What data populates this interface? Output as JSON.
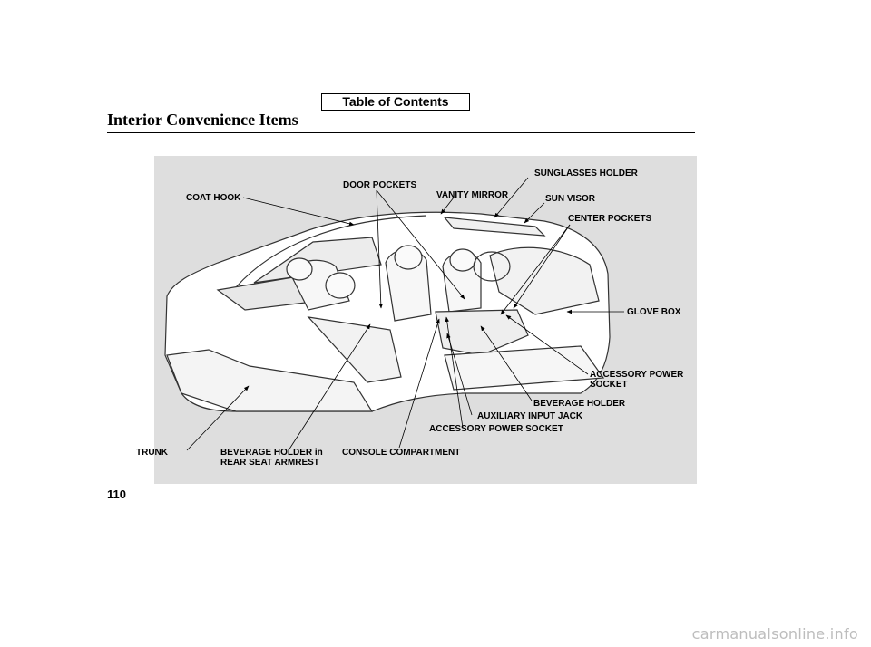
{
  "header": {
    "toc_button": "Table of Contents",
    "title": "Interior Convenience Items"
  },
  "footer": {
    "page_number": "110",
    "watermark": "carmanualsonline.info"
  },
  "diagram": {
    "callouts": {
      "coat_hook": "COAT HOOK",
      "door_pockets": "DOOR POCKETS",
      "vanity_mirror": "VANITY MIRROR",
      "sunglasses_holder": "SUNGLASSES HOLDER",
      "sun_visor": "SUN VISOR",
      "center_pockets": "CENTER POCKETS",
      "glove_box": "GLOVE BOX",
      "accessory_power_socket_right_1": "ACCESSORY POWER",
      "accessory_power_socket_right_2": "SOCKET",
      "beverage_holder": "BEVERAGE HOLDER",
      "auxiliary_input_jack": "AUXILIARY INPUT JACK",
      "accessory_power_socket": "ACCESSORY POWER SOCKET",
      "trunk": "TRUNK",
      "rear_armrest_holder_1": "BEVERAGE HOLDER in",
      "rear_armrest_holder_2": "REAR SEAT ARMREST",
      "console_compartment": "CONSOLE COMPARTMENT"
    }
  }
}
